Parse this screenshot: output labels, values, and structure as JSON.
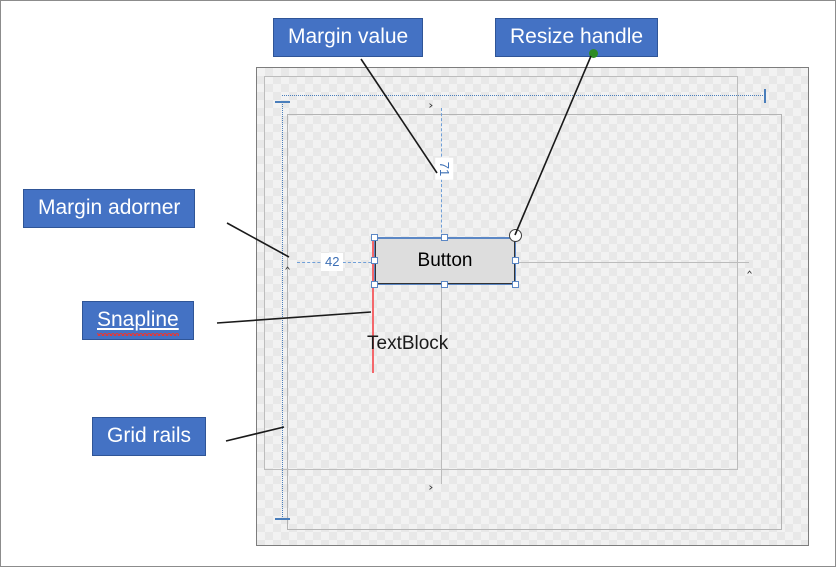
{
  "callouts": [
    {
      "id": "margin-value",
      "label": "Margin value",
      "fill": "#4472C4",
      "border": "#2F5597",
      "text_color": "#FFFFFF"
    },
    {
      "id": "resize-handle",
      "label": "Resize handle",
      "fill": "#4472C4",
      "border": "#2F5597",
      "text_color": "#FFFFFF"
    },
    {
      "id": "margin-adorner",
      "label": "Margin adorner",
      "fill": "#4472C4",
      "border": "#2F5597",
      "text_color": "#FFFFFF"
    },
    {
      "id": "snapline",
      "label": "Snapline",
      "fill": "#4472C4",
      "border": "#2F5597",
      "text_color": "#FFFFFF",
      "underlined": true,
      "spellcheck_error": true
    },
    {
      "id": "grid-rails",
      "label": "Grid rails",
      "fill": "#4472C4",
      "border": "#2F5597",
      "text_color": "#FFFFFF"
    }
  ],
  "designer": {
    "surface_label": "design-surface",
    "button": {
      "label": "Button",
      "fill": "#DDDDDD",
      "border": "#333333",
      "selection_color": "#5B87C5"
    },
    "textblock": {
      "label": "TextBlock",
      "color": "#1A1A1A"
    },
    "snapline": {
      "color": "#F4676B"
    },
    "grid_rails": {
      "color": "#4A7EBB",
      "style": "dotted"
    },
    "margins": {
      "left": {
        "value": "42",
        "color": "#3C6FB5",
        "adorner_icon": "chain-link-icon"
      },
      "top": {
        "value": "71",
        "color": "#3C6FB5",
        "adorner_icon": "chain-link-icon",
        "rotated": true
      },
      "right": {
        "adorner_icon": "chain-link-open-icon"
      },
      "bottom": {
        "adorner_icon": "chain-link-open-icon"
      }
    },
    "resize_handle": {
      "icon": "circle-rotate-handle-icon",
      "connector_dot_color": "#2E8B23"
    }
  },
  "icons": {
    "chain_link": "≐",
    "chain_link_vertical": "≐"
  }
}
